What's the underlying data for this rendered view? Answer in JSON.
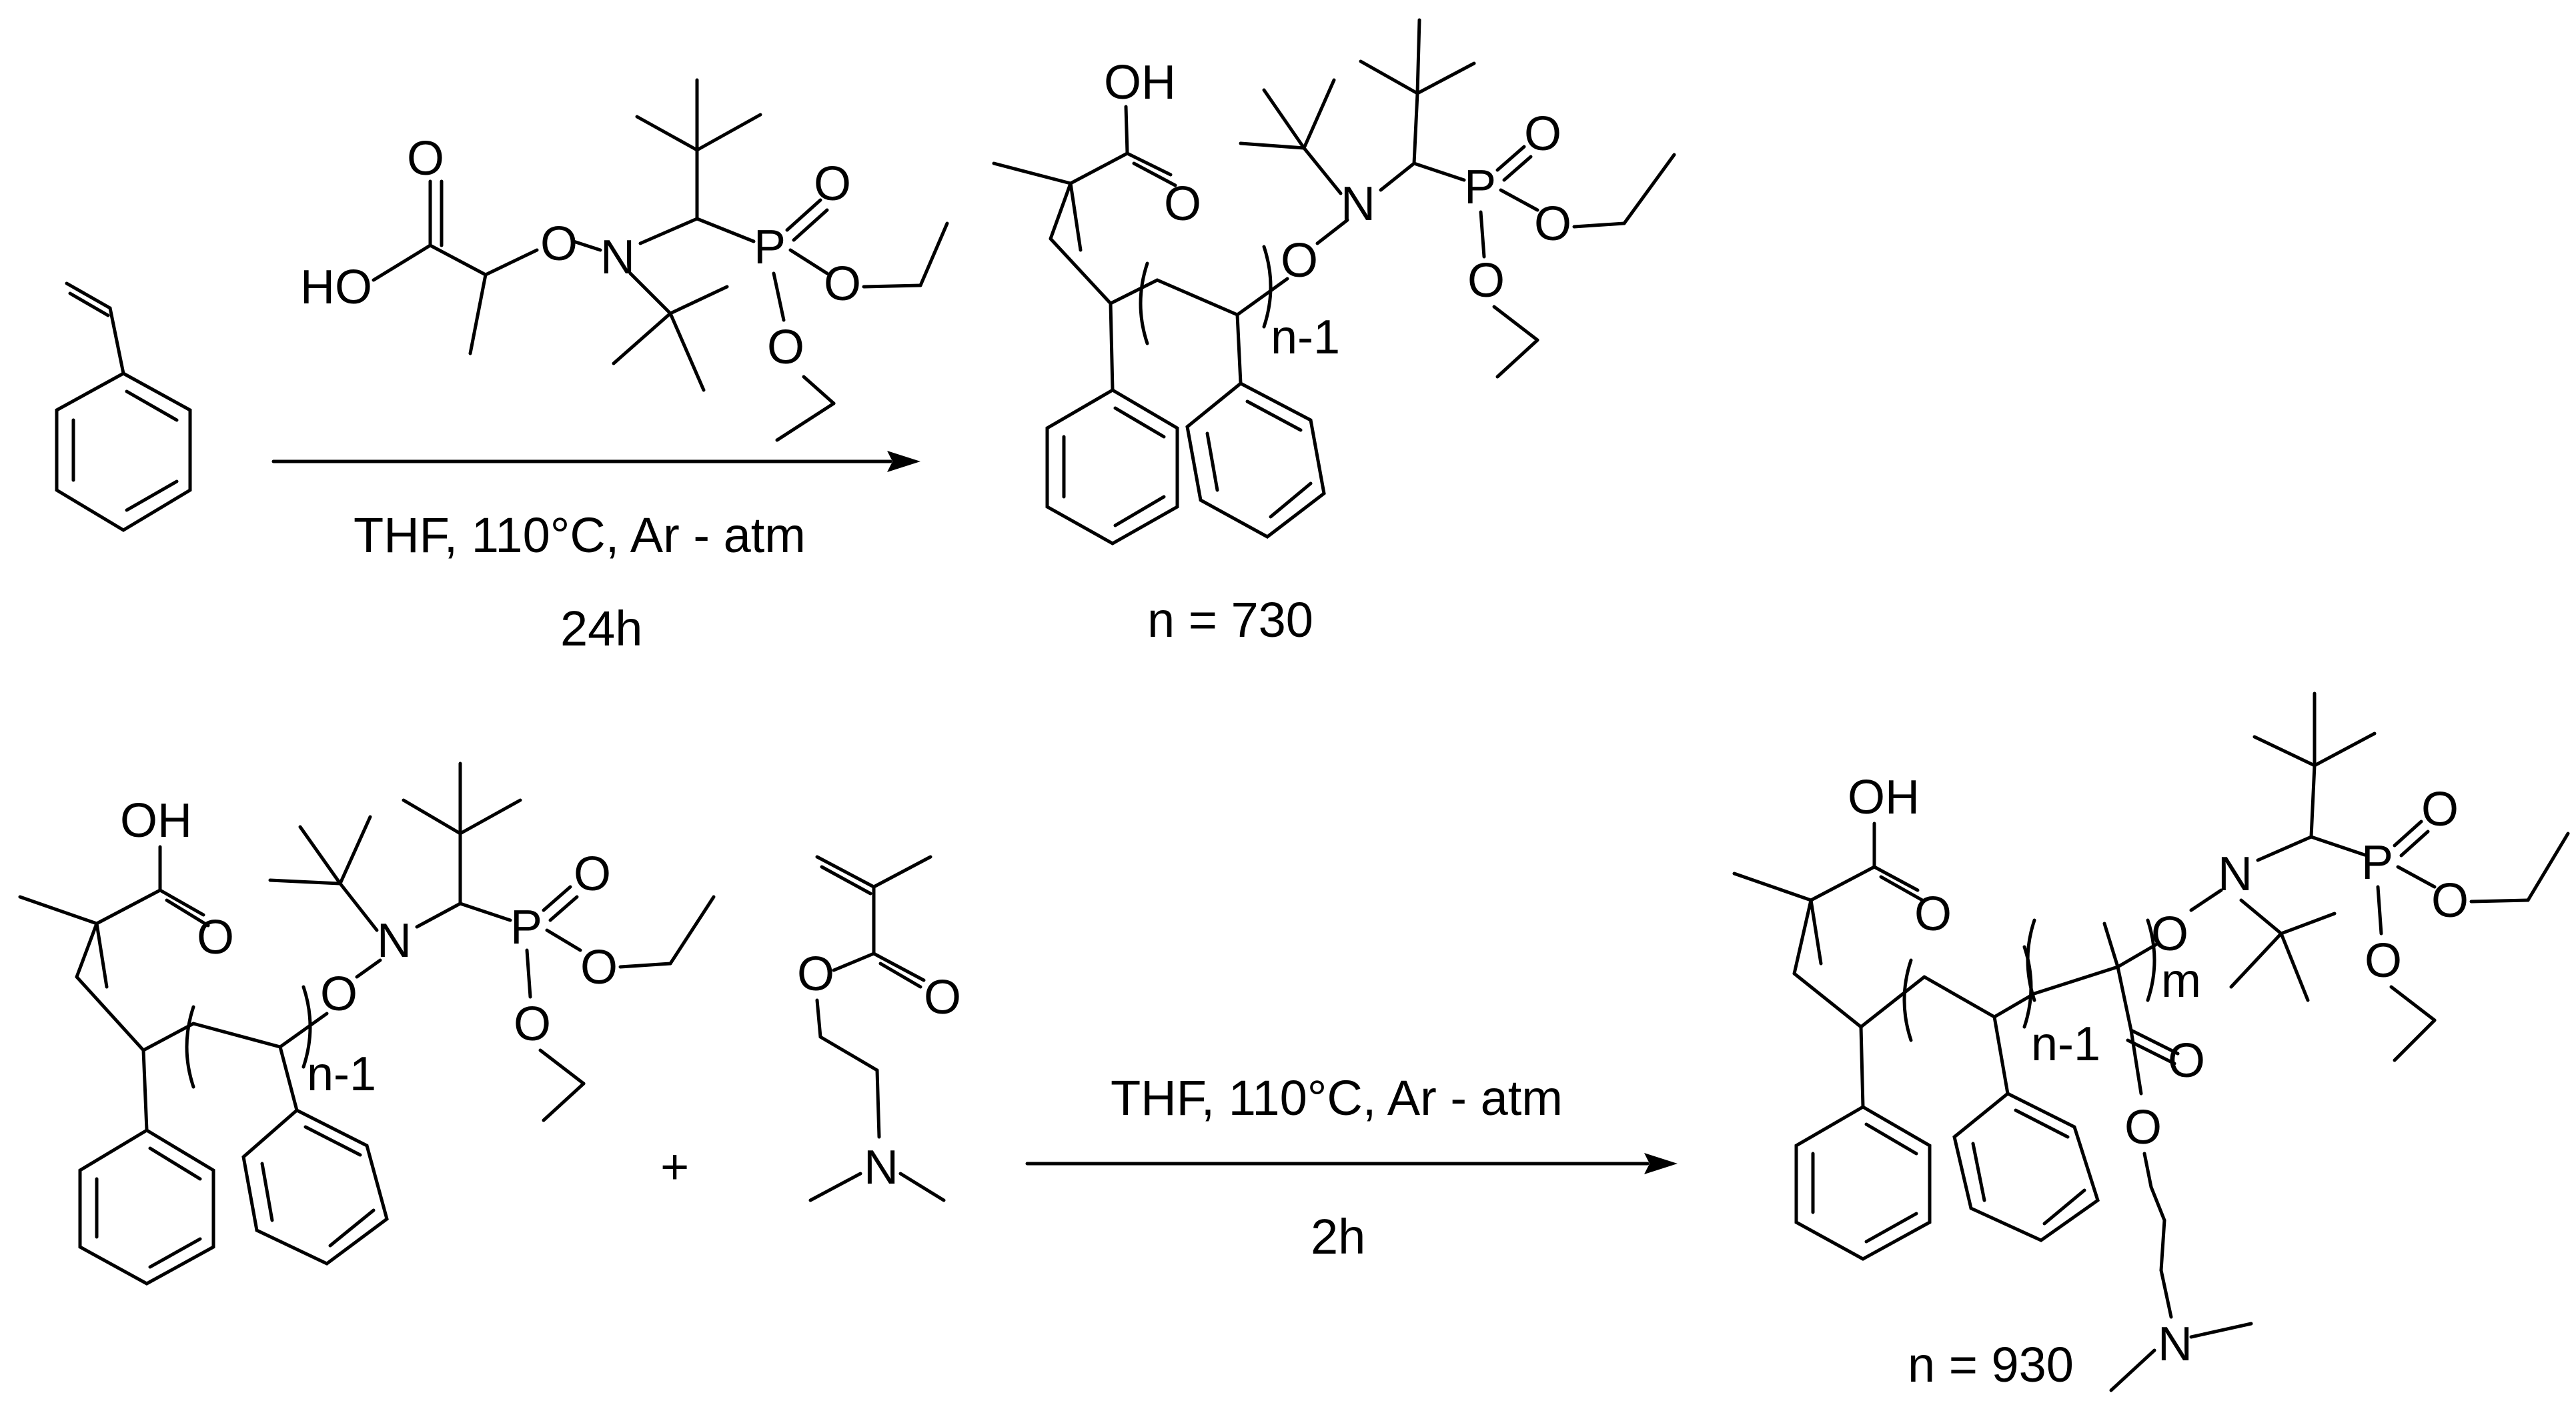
{
  "atoms": {
    "oxygen": "O",
    "nitrogen": "N",
    "phosphorus": "P",
    "hydroxyl": "OH",
    "hydroxyl_left": "HO"
  },
  "reaction1": {
    "conditions": "THF,  110°C,  Ar - atm",
    "time": "24h",
    "repeat_index": "n-1",
    "degree": "n = 730"
  },
  "reaction2": {
    "plus": "+",
    "conditions": "THF,  110°C,  Ar - atm",
    "time": "2h",
    "repeat_index": "n-1",
    "repeat_index_m": "m",
    "degree": "n = 930"
  }
}
